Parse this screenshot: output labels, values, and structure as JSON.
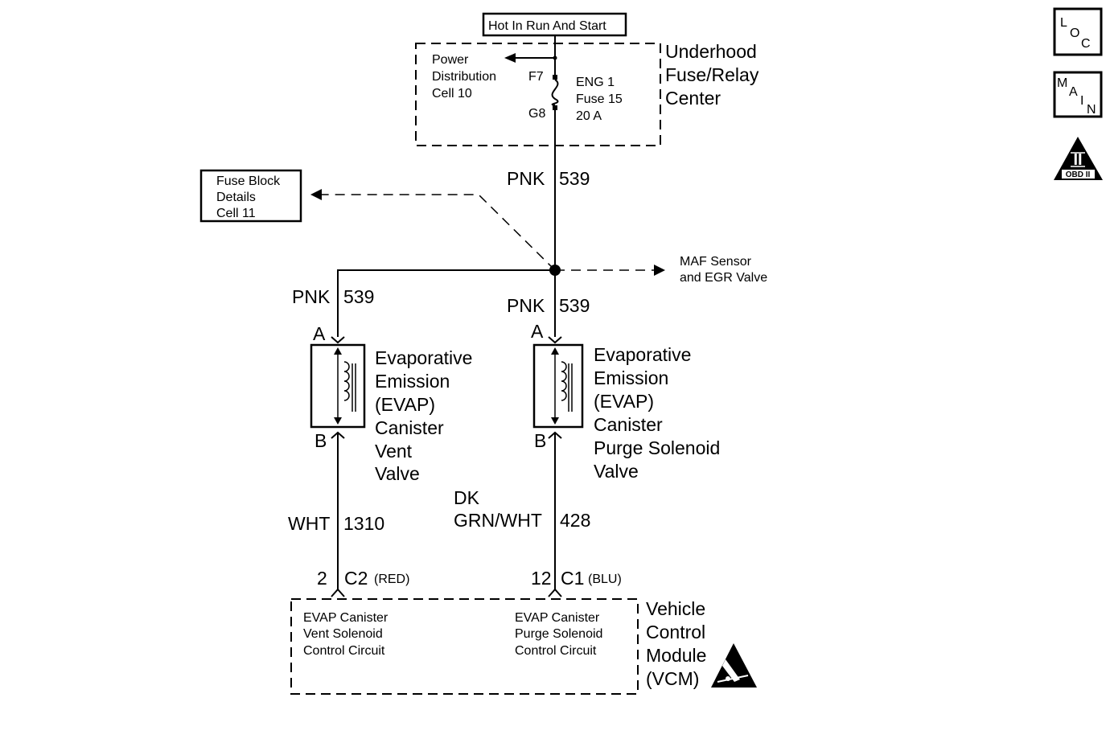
{
  "power": {
    "label": "Hot In Run And Start"
  },
  "fuse_center": {
    "name": [
      "Underhood",
      "Fuse/Relay",
      "Center"
    ],
    "ref": [
      "Power",
      "Distribution",
      "Cell 10"
    ],
    "pin_top": "F7",
    "pin_bottom": "G8",
    "fuse": [
      "ENG 1",
      "Fuse 15",
      "20 A"
    ]
  },
  "fuse_block_ref": [
    "Fuse Block",
    "Details",
    "Cell 11"
  ],
  "maf_ref": [
    "MAF Sensor",
    "and EGR Valve"
  ],
  "wires": {
    "main": {
      "color": "PNK",
      "circuit": "539"
    },
    "left": {
      "color": "PNK",
      "circuit": "539"
    },
    "right": {
      "color": "PNK",
      "circuit": "539"
    },
    "vent_ctrl": {
      "color": "WHT",
      "circuit": "1310"
    },
    "purge_ctrl": {
      "color_line1": "DK",
      "color_line2": "GRN/WHT",
      "circuit": "428"
    }
  },
  "vent_valve": {
    "pin_a": "A",
    "pin_b": "B",
    "name": [
      "Evaporative",
      "Emission",
      "(EVAP)",
      "Canister",
      "Vent",
      "Valve"
    ]
  },
  "purge_valve": {
    "pin_a": "A",
    "pin_b": "B",
    "name": [
      "Evaporative",
      "Emission",
      "(EVAP)",
      "Canister",
      "Purge Solenoid",
      "Valve"
    ]
  },
  "connectors": {
    "c2": {
      "pin": "2",
      "name": "C2",
      "color": "(RED)"
    },
    "c1": {
      "pin": "12",
      "name": "C1",
      "color": "(BLU)"
    }
  },
  "vcm": {
    "name": [
      "Vehicle",
      "Control",
      "Module",
      "(VCM)"
    ],
    "vent_circuit": [
      "EVAP Canister",
      "Vent Solenoid",
      "Control Circuit"
    ],
    "purge_circuit": [
      "EVAP Canister",
      "Purge Solenoid",
      "Control Circuit"
    ],
    "esd_icon": "esd-warning-icon"
  },
  "badges": {
    "loc": [
      "L",
      "O",
      "C"
    ],
    "main": [
      "M",
      "A",
      "I",
      "N"
    ],
    "obd": {
      "numeral": "II",
      "label": "OBD II"
    }
  }
}
